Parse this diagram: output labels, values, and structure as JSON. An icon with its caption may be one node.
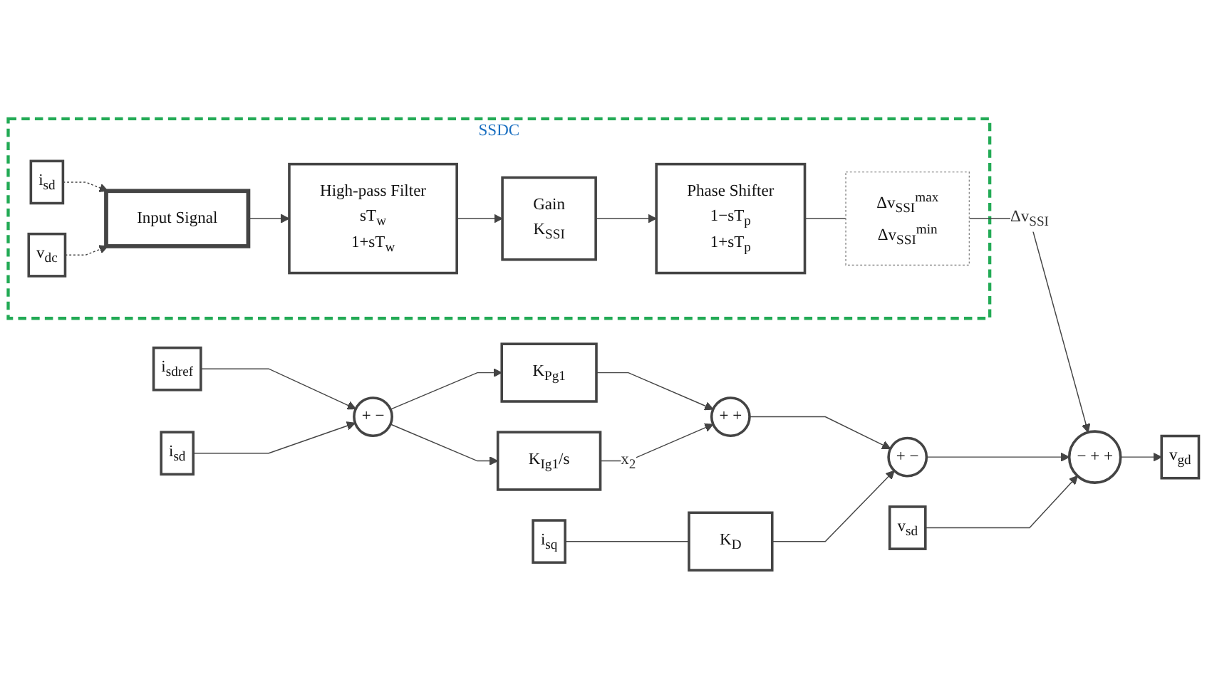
{
  "diagram": {
    "nodes": [
      {
        "text": [
          "SSDC"
        ]
      },
      {
        "text": [
          "i$_{sd}$"
        ],
        "in": 0
      },
      {
        "text": [
          "v$_{dc}$"
        ],
        "in": 0
      },
      {
        "text": [
          "Input Signal"
        ],
        "in": 0
      },
      {
        "text": [
          "High-pass Filter",
          "sT$_{w}$",
          "1+sT$_{w}$"
        ],
        "in": 0
      },
      {
        "text": [
          "Gain",
          "K$_{SSI}$"
        ],
        "in": 0
      },
      {
        "text": [
          "Phase Shifter",
          "1−sT$_{p}$",
          "1+sT$_{p}$"
        ],
        "in": 0
      },
      {
        "text": [
          "Δv$_{SSI}$$^{max}$",
          "Δv$_{SSI}$$^{min}$"
        ],
        "in": 0
      },
      {
        "text": [
          "i$_{sdref}$"
        ]
      },
      {
        "text": [
          "+",
          "−"
        ]
      },
      {
        "text": [
          "i$_{sd}$"
        ]
      },
      {
        "text": [
          "K$_{Pg1}$"
        ]
      },
      {
        "text": [
          "K$_{Ig1}$/s"
        ]
      },
      {
        "text": [
          "+",
          "+"
        ]
      },
      {
        "text": [
          "+",
          "−"
        ]
      },
      {
        "text": [
          "K$_{D}$"
        ]
      },
      {
        "text": [
          "i$_{sq}$"
        ]
      },
      {
        "text": [
          "−",
          "+",
          "+"
        ]
      },
      {
        "text": [
          "v$_{sd}$"
        ]
      },
      {
        "text": [
          "v$_{gd}$"
        ]
      }
    ],
    "edges": [
      {
        "from": 1,
        "to": 3,
        "arrow": "to",
        "style": "dashed"
      },
      {
        "from": 2,
        "to": 3,
        "arrow": "to",
        "style": "dashed"
      },
      {
        "from": 3,
        "to": 4,
        "arrow": "to"
      },
      {
        "from": 4,
        "to": 5,
        "arrow": "to"
      },
      {
        "from": 5,
        "to": 6,
        "arrow": "to"
      },
      {
        "from": 6,
        "to": 7,
        "arrow": "none"
      },
      {
        "from": 7,
        "to": 17,
        "arrow": "to",
        "label": "Δv$_{SSI}$"
      },
      {
        "from": 8,
        "to": 9,
        "arrow": "to"
      },
      {
        "from": 10,
        "to": 9,
        "arrow": "to"
      },
      {
        "from": 9,
        "to": 11,
        "arrow": "to"
      },
      {
        "from": 9,
        "to": 12,
        "arrow": "to"
      },
      {
        "from": 11,
        "to": 13,
        "arrow": "to"
      },
      {
        "from": 12,
        "to": 13,
        "arrow": "to",
        "label": "x$_{2}$"
      },
      {
        "from": 13,
        "to": 14,
        "arrow": "to"
      },
      {
        "from": 16,
        "to": 15,
        "arrow": "none"
      },
      {
        "from": 15,
        "to": 14,
        "arrow": "to"
      },
      {
        "from": 14,
        "to": 17,
        "arrow": "to"
      },
      {
        "from": 18,
        "to": 17,
        "arrow": "to"
      },
      {
        "from": 17,
        "to": 19,
        "arrow": "to"
      }
    ]
  }
}
